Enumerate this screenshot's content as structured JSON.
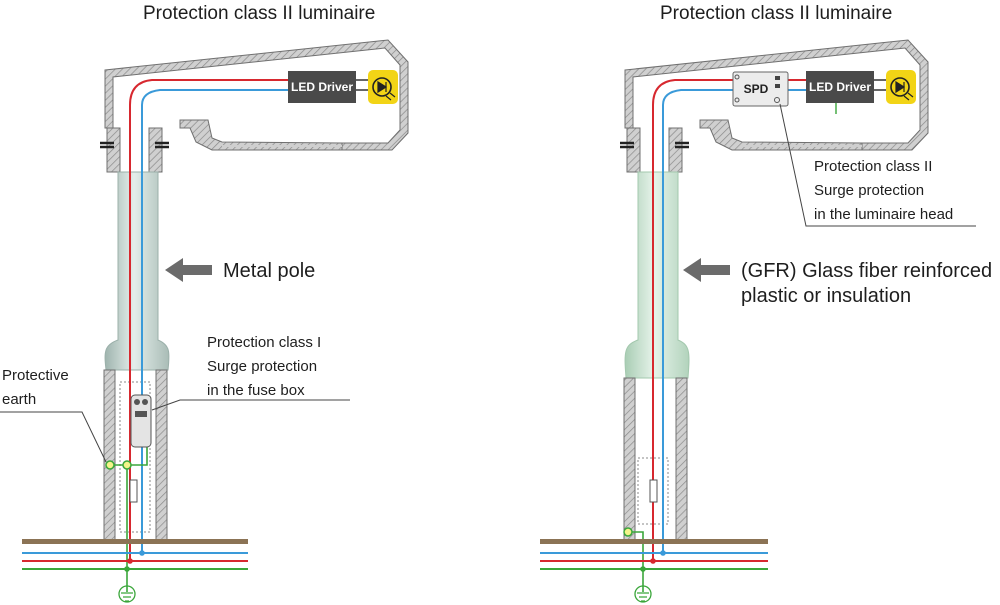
{
  "left": {
    "title": "Protection class II luminaire",
    "driver_label": "LED Driver",
    "pole_label": "Metal pole",
    "spd_note": [
      "Protection class I",
      "Surge protection",
      "in the fuse box"
    ],
    "earth_note": [
      "Protective",
      "earth"
    ]
  },
  "right": {
    "title": "Protection class II luminaire",
    "driver_label": "LED Driver",
    "spd_label": "SPD",
    "spd_note": [
      "Protection class II",
      "Surge protection",
      "in the luminaire head"
    ],
    "pole_label": [
      "(GFR) Glass fiber reinforced",
      "plastic or insulation"
    ]
  },
  "colors": {
    "phase": "#d7282f",
    "neutral": "#3a9ad9",
    "earth": "#3aa63a",
    "metal_pole": "#c9d8d4",
    "gfr_pole": "#cfe5d6",
    "ground": "#8b7355",
    "led_symbol": "#f2d416",
    "driver_box": "#4a4a4a"
  }
}
